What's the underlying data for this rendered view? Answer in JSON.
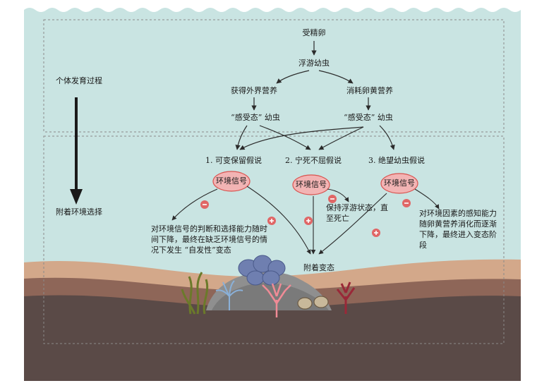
{
  "left_labels": {
    "development_process": "个体发育过程",
    "settlement_selection": "附着环境选择"
  },
  "flow": {
    "fertilized_egg": "受精卵",
    "planktonic_larva": "浮游幼虫",
    "external_nutrition": "获得外界营养",
    "yolk_consumption": "消耗卵黄营养",
    "competent_larva_left": "“感受态” 幼虫",
    "competent_larva_right": "“感受态” 幼虫"
  },
  "hypotheses": [
    {
      "title": "1. 可变保留假说",
      "signal": "环境信号"
    },
    {
      "title": "2. 宁死不屈假说",
      "signal": "环境信号"
    },
    {
      "title": "3. 绝望幼虫假说",
      "signal": "环境信号"
    }
  ],
  "notes": {
    "hyp1": "对环境信号的判断和选择能力随时间下降，最终在缺乏环境信号的情况下发生 “自发性”变态",
    "hyp2": "保持浮游状态，直至死亡",
    "hyp3": "对环境因素的感知能力随卵黄营养消化而逐渐下降，最终进入变态阶段"
  },
  "outcome": "附着变态",
  "signs": {
    "plus": "+",
    "minus": "−"
  },
  "colors": {
    "water": "#c9e4e2",
    "sand": "#d3a88a",
    "rock_layer": "#8e6658",
    "deep_layer": "#5a4a47",
    "signal_fill": "#f2b4b4",
    "signal_stroke": "#d9534f",
    "sign_red": "#e06666"
  }
}
